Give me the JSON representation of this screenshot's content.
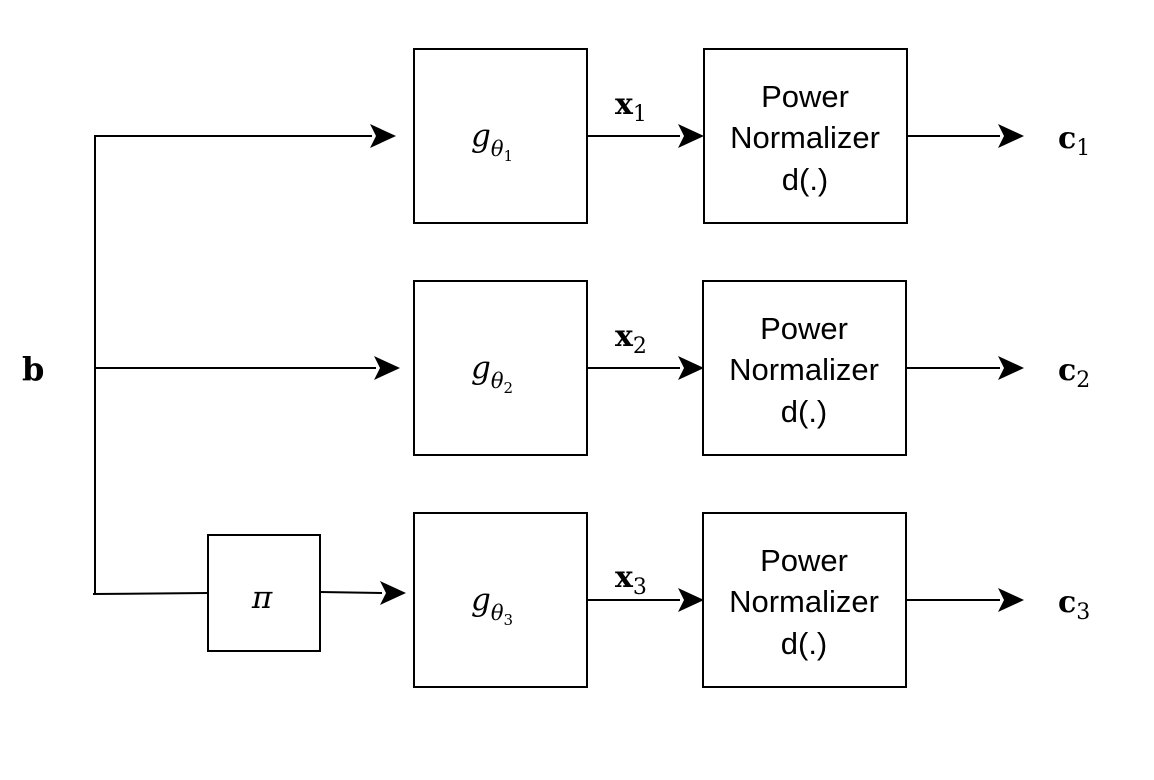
{
  "input": {
    "symbol": "b"
  },
  "interleaver": {
    "symbol": "π"
  },
  "branches": [
    {
      "encoder": {
        "base": "g",
        "sub": "θ",
        "subsub": "1"
      },
      "signal": {
        "base": "x",
        "sub": "1"
      },
      "normalizer": {
        "line1": "Power",
        "line2": "Normalizer",
        "line3": "d(.)"
      },
      "output": {
        "base": "c",
        "sub": "1"
      }
    },
    {
      "encoder": {
        "base": "g",
        "sub": "θ",
        "subsub": "2"
      },
      "signal": {
        "base": "x",
        "sub": "2"
      },
      "normalizer": {
        "line1": "Power",
        "line2": "Normalizer",
        "line3": "d(.)"
      },
      "output": {
        "base": "c",
        "sub": "2"
      }
    },
    {
      "encoder": {
        "base": "g",
        "sub": "θ",
        "subsub": "3"
      },
      "signal": {
        "base": "x",
        "sub": "3"
      },
      "normalizer": {
        "line1": "Power",
        "line2": "Normalizer",
        "line3": "d(.)"
      },
      "output": {
        "base": "c",
        "sub": "3"
      }
    }
  ]
}
